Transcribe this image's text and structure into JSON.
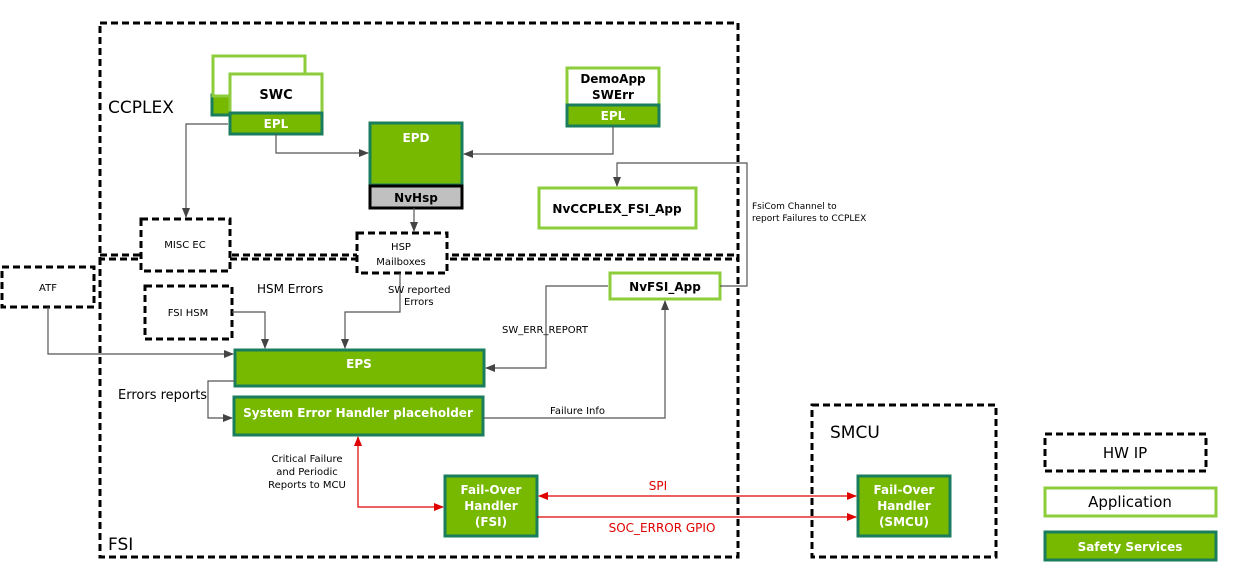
{
  "diagram": {
    "regions": {
      "ccplex": "CCPLEX",
      "fsi": "FSI",
      "smcu": "SMCU"
    },
    "nodes": {
      "swc": "SWC",
      "swc_epl": "EPL",
      "demoapp_line1": "DemoApp",
      "demoapp_line2": "SWErr",
      "demoapp_epl": "EPL",
      "epd": "EPD",
      "nvhsp": "NvHsp",
      "nvccplex_fsi_app": "NvCCPLEX_FSI_App",
      "misc_ec": "MISC EC",
      "hsp_line1": "HSP",
      "hsp_line2": "Mailboxes",
      "atf": "ATF",
      "fsi_hsm": "FSI HSM",
      "nvfsi_app": "NvFSI_App",
      "eps": "EPS",
      "seh": "System Error Handler placeholder",
      "foh_fsi_line1": "Fail-Over",
      "foh_fsi_line2": "Handler",
      "foh_fsi_line3": "(FSI)",
      "foh_smcu_line1": "Fail-Over",
      "foh_smcu_line2": "Handler",
      "foh_smcu_line3": "(SMCU)"
    },
    "labels": {
      "hsm_errors": "HSM Errors",
      "sw_reported_line1": "SW reported",
      "sw_reported_line2": "Errors",
      "sw_err_report": "SW_ERR_REPORT",
      "errors_reports": "Errors reports",
      "failure_info": "Failure Info",
      "critical_line1": "Critical Failure",
      "critical_line2": "and Periodic",
      "critical_line3": "Reports to MCU",
      "spi": "SPI",
      "soc_error_gpio": "SOC_ERROR GPIO",
      "fsicom_line1": "FsiCom Channel to",
      "fsicom_line2": "report Failures to CCPLEX"
    }
  },
  "legend": {
    "hw_ip": "HW IP",
    "application": "Application",
    "safety_services": "Safety Services"
  },
  "colors": {
    "safety_fill": "#76b900",
    "safety_border": "#1a7d5e",
    "application_border": "#8dcc3a",
    "signal_red": "#e00000",
    "connector": "#555555"
  }
}
